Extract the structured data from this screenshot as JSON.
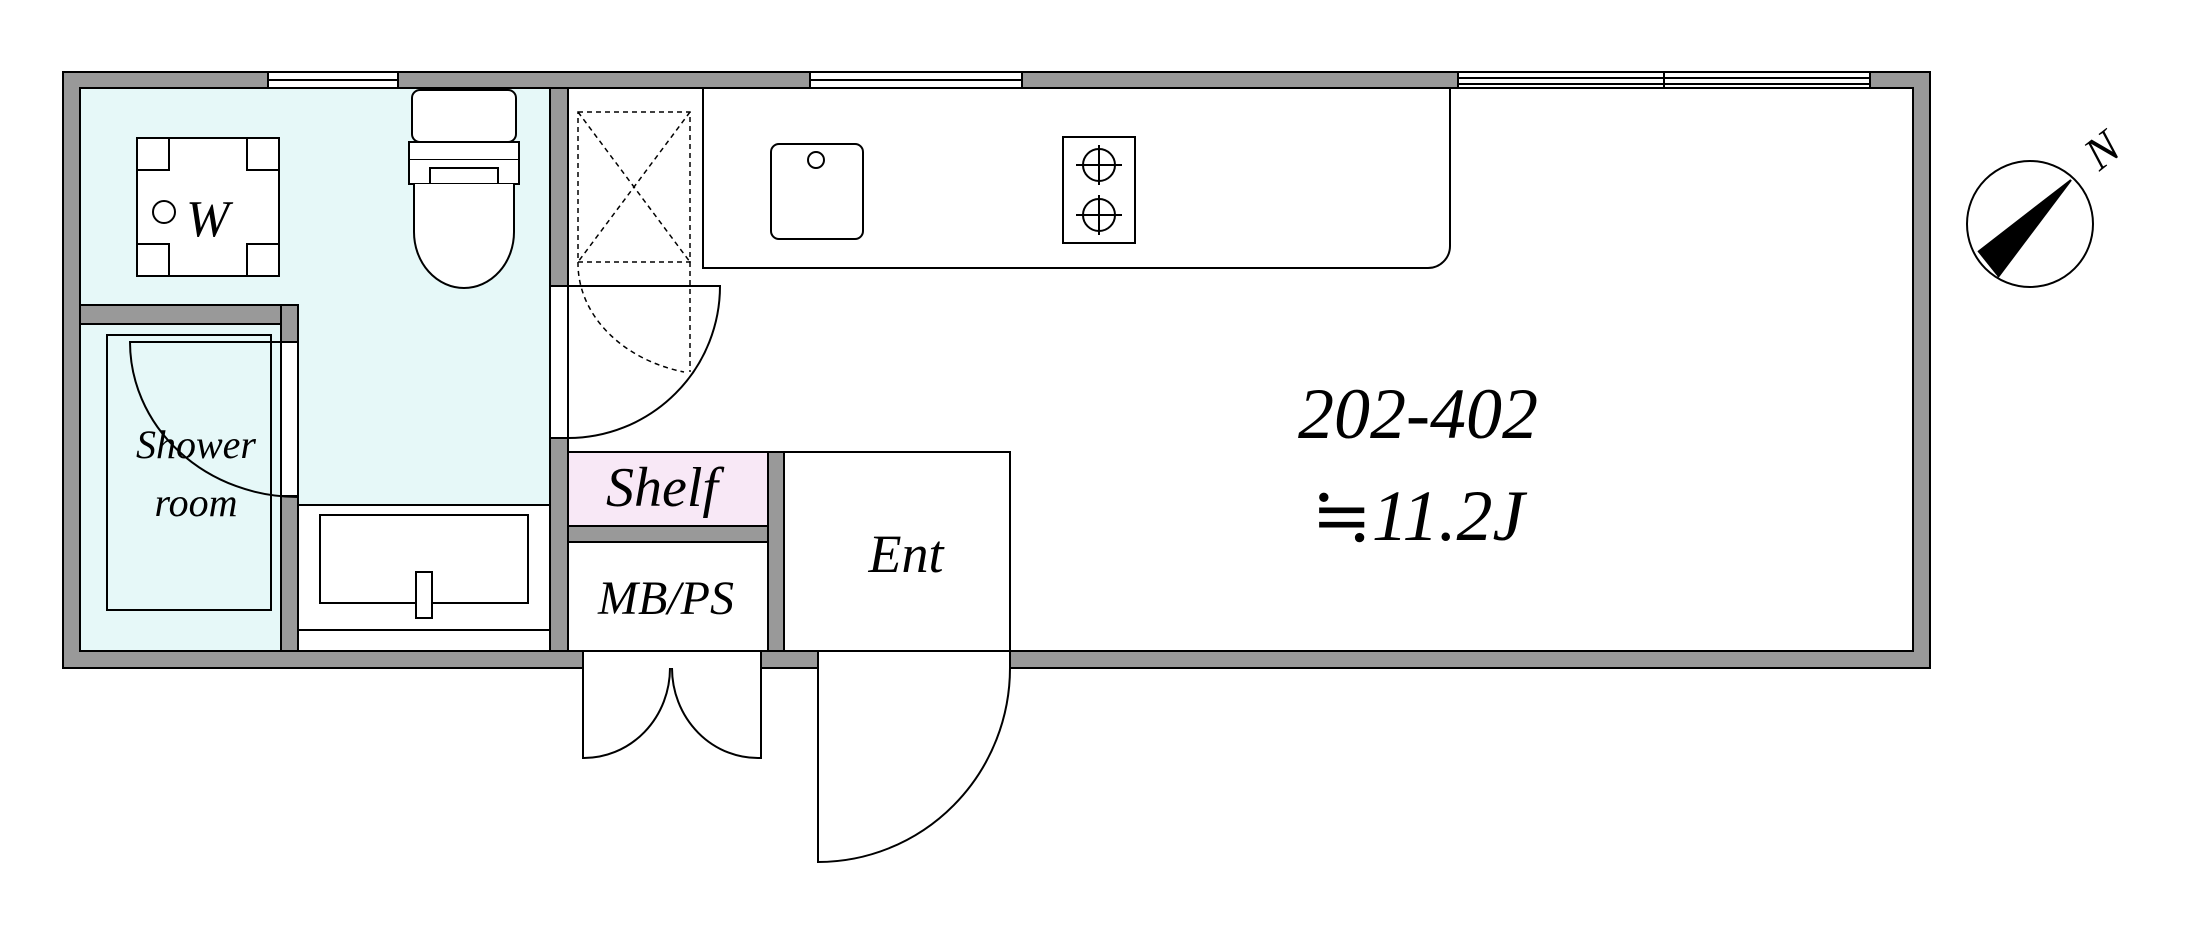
{
  "floor_plan": {
    "unit_number": "202-402",
    "area": "≒11.2J",
    "rooms": {
      "washer": "W",
      "shower_line1": "Shower",
      "shower_line2": "room",
      "shelf": "Shelf",
      "meter_box": "MB/PS",
      "entrance": "Ent"
    },
    "compass": "N"
  },
  "colors": {
    "wall": "#999999",
    "wet_area": "#e6f8f8",
    "shelf": "#f8e8f6",
    "outline": "#000000"
  }
}
